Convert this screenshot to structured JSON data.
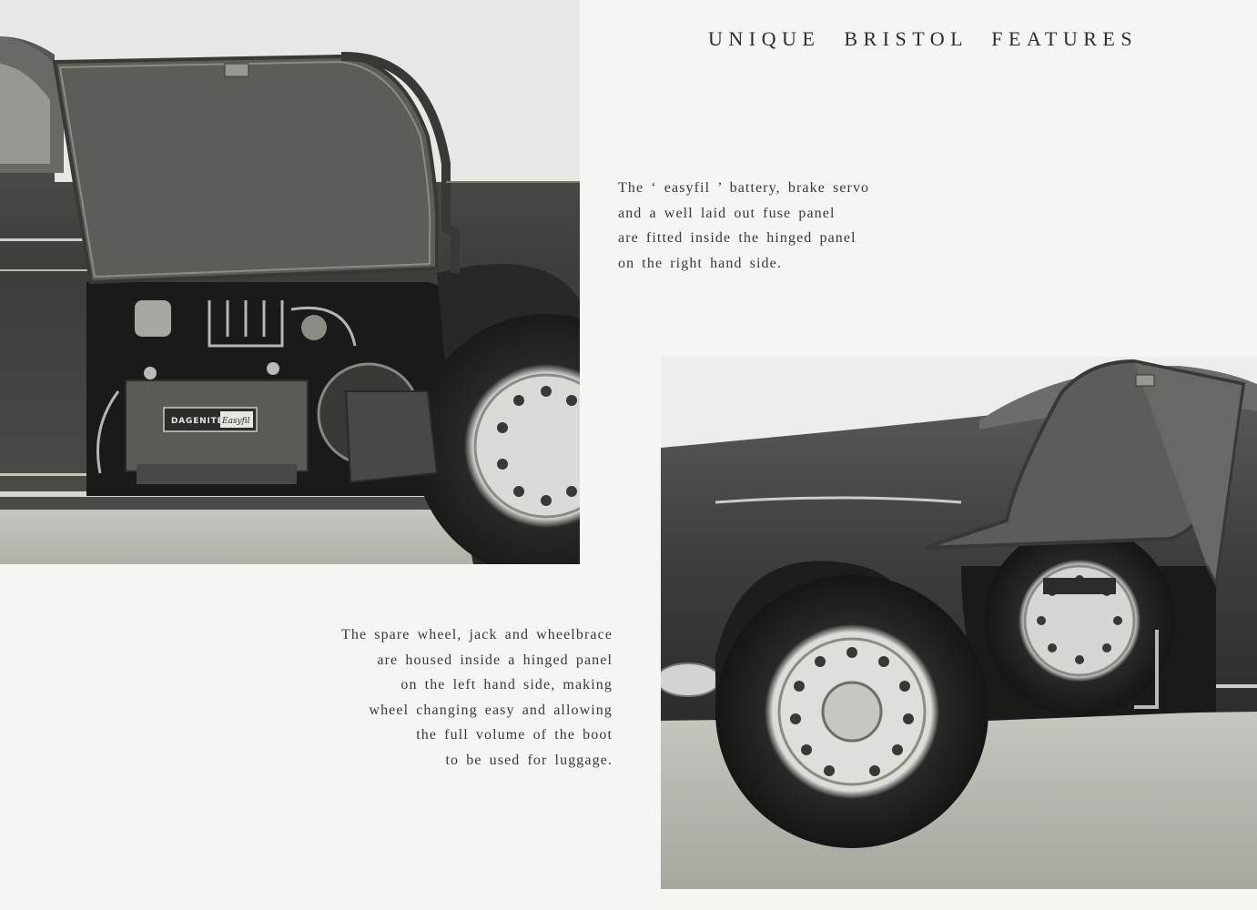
{
  "heading": "UNIQUE BRISTOL FEATURES",
  "caption_right_panel": {
    "lines": [
      "The ‘ easyfil ’ battery, brake servo",
      "and a well laid out fuse panel",
      "are fitted inside the hinged panel",
      "on the right hand side."
    ]
  },
  "caption_left_panel": {
    "lines": [
      "The spare wheel, jack and wheelbrace",
      "are housed inside a hinged panel",
      "on the left hand side, making",
      "wheel changing easy and allowing",
      "the full volume of the boot",
      "to be used for luggage."
    ]
  },
  "battery_label": {
    "brand": "DAGENITE",
    "model": "Easyfil"
  }
}
